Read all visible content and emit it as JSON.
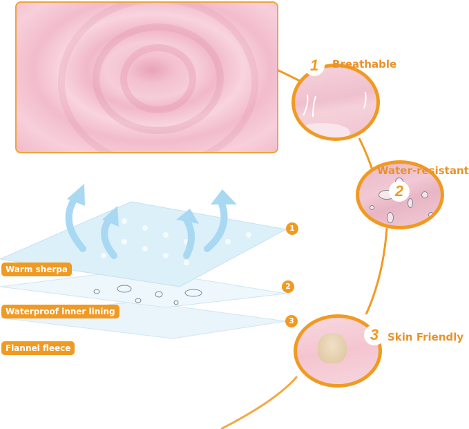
{
  "hero_image": {
    "alt": "pink-fleece-swirl-closeup"
  },
  "features": [
    {
      "number": "1",
      "title": "Breathable",
      "image": "pink-sherpa-closeup-with-air-arrows"
    },
    {
      "number": "2",
      "title": "Water-resistant",
      "image": "pink-fabric-with-water-droplets"
    },
    {
      "number": "3",
      "title": "Skin Friendly",
      "image": "french-bulldog-under-pink-blanket"
    }
  ],
  "layers": [
    {
      "badge": "1",
      "label": "Warm sherpa"
    },
    {
      "badge": "2",
      "label": "Waterproof inner lining"
    },
    {
      "badge": "3",
      "label": "Flannel fleece"
    }
  ],
  "colors": {
    "accent": "#f19a22",
    "feature_text": "#e8922a",
    "layer_blue": "#dff0f9",
    "arrow_blue": "#a9d8f3",
    "fabric_pink": "#f3c1cf"
  }
}
